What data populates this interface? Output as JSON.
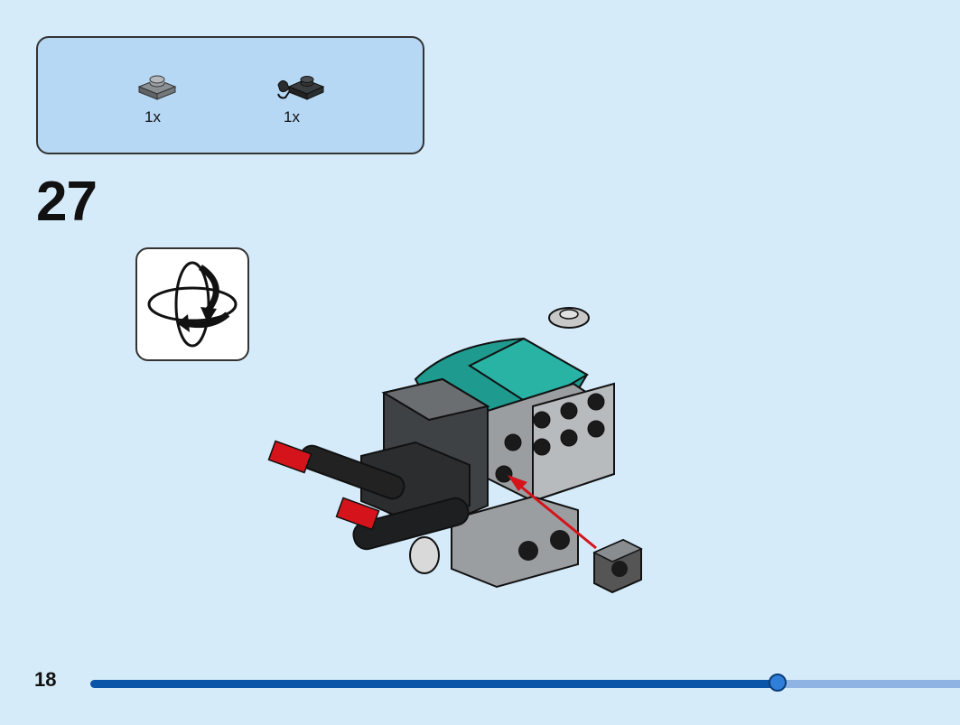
{
  "parts": [
    {
      "icon": "grey-round-plate-1x1-icon",
      "quantity": "1x"
    },
    {
      "icon": "black-plate-with-clip-icon",
      "quantity": "1x"
    }
  ],
  "step": {
    "number": "27"
  },
  "rotate_icon": "rotate-model-icon",
  "model_icon": "partial-build-model-illustration",
  "page": {
    "number": "18"
  },
  "progress": {
    "fraction": 0.79
  },
  "colors": {
    "background": "#d6ebfa",
    "parts_box": "#b6d8f4",
    "progress_fill": "#0a55a8",
    "progress_track": "#8fb3e3",
    "teal": "#1e9a8e",
    "red": "#d4141a"
  }
}
